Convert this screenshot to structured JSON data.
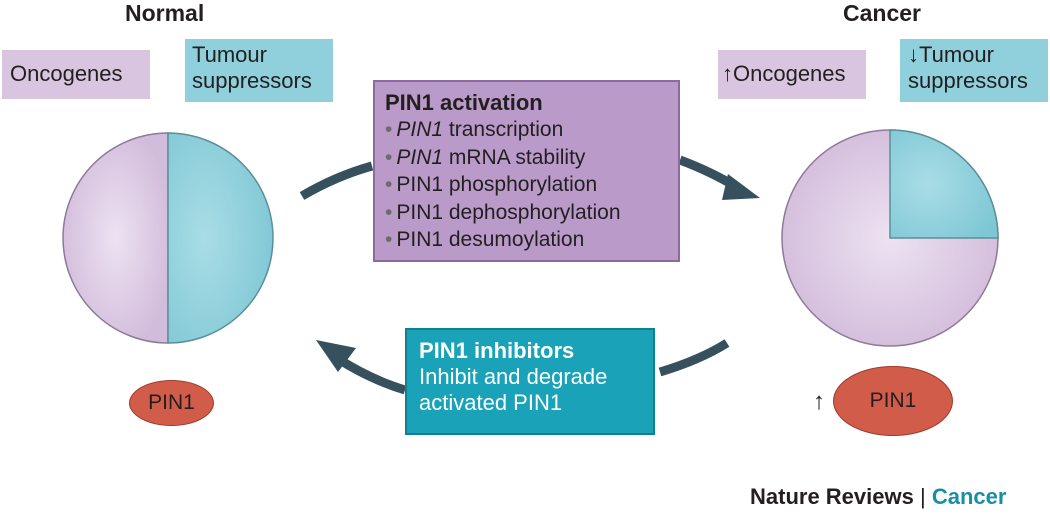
{
  "normal": {
    "heading": "Normal",
    "oncogenes": "Oncogenes",
    "tumour_line1": "Tumour",
    "tumour_line2": "suppressors",
    "pin_label": "PIN1",
    "tumour_suppressor_fraction": 0.5
  },
  "cancer": {
    "heading": "Cancer",
    "oncogenes": "↑Oncogenes",
    "tumour_line1": "↓Tumour",
    "tumour_line2": "suppressors",
    "pin_label": "PIN1",
    "pin_arrow": "↑",
    "tumour_suppressor_fraction": 0.25
  },
  "activation": {
    "title": "PIN1 activation",
    "items": [
      {
        "italic": "PIN1",
        "text": " transcription"
      },
      {
        "italic": "PIN1",
        "text": " mRNA stability"
      },
      {
        "italic": "",
        "text": "PIN1 phosphorylation"
      },
      {
        "italic": "",
        "text": "PIN1 dephosphorylation"
      },
      {
        "italic": "",
        "text": "PIN1 desumoylation"
      }
    ],
    "bullet": "•"
  },
  "inhibitors": {
    "title": "PIN1 inhibitors",
    "line1": "Inhibit and degrade",
    "line2": "activated PIN1"
  },
  "credit": {
    "part_a": "Nature Reviews",
    "separator": "|",
    "part_b": "Cancer"
  },
  "colors": {
    "oncogene_fill": "#d9c5e0",
    "tumour_fill": "#8fd0dc",
    "activation_fill": "#b99ac9",
    "inhibitor_fill": "#1aa3b8",
    "pin_fill": "#d25c4a",
    "arrow": "#36505e",
    "brand_accent": "#1a8fa3"
  }
}
